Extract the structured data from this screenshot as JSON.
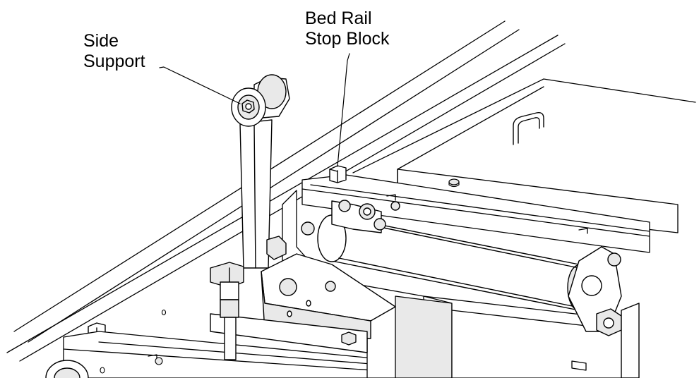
{
  "labels": {
    "side_support": [
      "Side",
      "Support"
    ],
    "bed_rail_stop_block": [
      "Bed Rail",
      "Stop Block"
    ]
  },
  "colors": {
    "line": "#000000",
    "background": "#ffffff",
    "shade_light": "#e9e9e9",
    "shade_dark": "#cfcfcf"
  }
}
